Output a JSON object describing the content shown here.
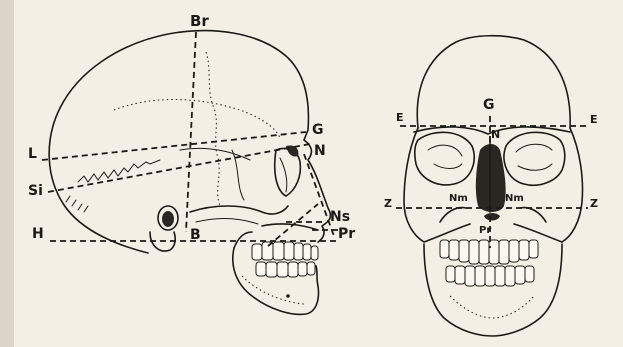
{
  "lateral_view": {
    "labels": {
      "br": "Br",
      "g": "G",
      "n": "N",
      "l": "L",
      "si": "Si",
      "ns": "Ns",
      "pr": "Pr",
      "h": "H",
      "b": "B"
    }
  },
  "frontal_view": {
    "labels": {
      "g": "G",
      "e_left": "E",
      "e_right": "E",
      "n": "N",
      "z_left": "Z",
      "z_right": "Z",
      "nm_left": "Nm",
      "nm_right": "Nm",
      "pr": "Pr"
    }
  },
  "colors": {
    "ink": "#1c1a17",
    "paper": "#f4efe4"
  }
}
